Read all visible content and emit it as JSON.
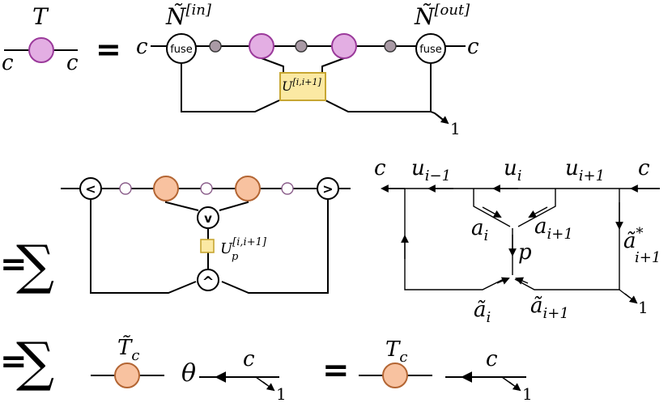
{
  "colors": {
    "pink": "#e3aee3",
    "pink_border": "#9b3a9b",
    "grey": "#a99aa5",
    "orange": "#f8c2a0",
    "orange_border": "#b36533",
    "light_circle": "#ffffff",
    "light_border": "#8a5d8a",
    "yellow": "#fbe9a3",
    "yellow_border": "#c7a632"
  },
  "row1": {
    "T": "T",
    "c_left": "c",
    "c_right": "c",
    "equals": "=",
    "c_in": "c",
    "c_out": "c",
    "n_in_base": "Ñ",
    "n_in_sup": "[in]",
    "n_out_base": "Ñ",
    "n_out_sup": "[out]",
    "fuse": "fuse",
    "u_base": "U",
    "u_sup": "[i,i+1]",
    "one": "1"
  },
  "row2": {
    "equals": "=",
    "sum": "∑",
    "left_arrow": "<",
    "right_arrow": ">",
    "down_arrow": "v",
    "up_arrow": "^",
    "up_base": "U",
    "up_sub": "p",
    "up_sup": "[i,i+1]",
    "c_left": "c",
    "c_right": "c",
    "u_im1": "u",
    "u_im1_sub": "i−1",
    "u_i": "u",
    "u_i_sub": "i",
    "u_ip1": "u",
    "u_ip1_sub": "i+1",
    "a_i": "a",
    "a_i_sub": "i",
    "a_ip1": "a",
    "a_ip1_sub": "i+1",
    "p": "p",
    "astar": "ã",
    "astar_sup": "*",
    "astar_sub": "i+1",
    "at_i": "ã",
    "at_i_sub": "i",
    "at_ip1": "ã",
    "at_ip1_sub": "i+1",
    "one": "1"
  },
  "row3": {
    "equals1": "=",
    "sum": "∑",
    "tc_base": "T̃",
    "tc_sub": "c",
    "theta": "θ",
    "c1": "c",
    "one1": "1",
    "equals2": "=",
    "T_base": "T",
    "T_sub": "c",
    "c2": "c",
    "one2": "1"
  }
}
